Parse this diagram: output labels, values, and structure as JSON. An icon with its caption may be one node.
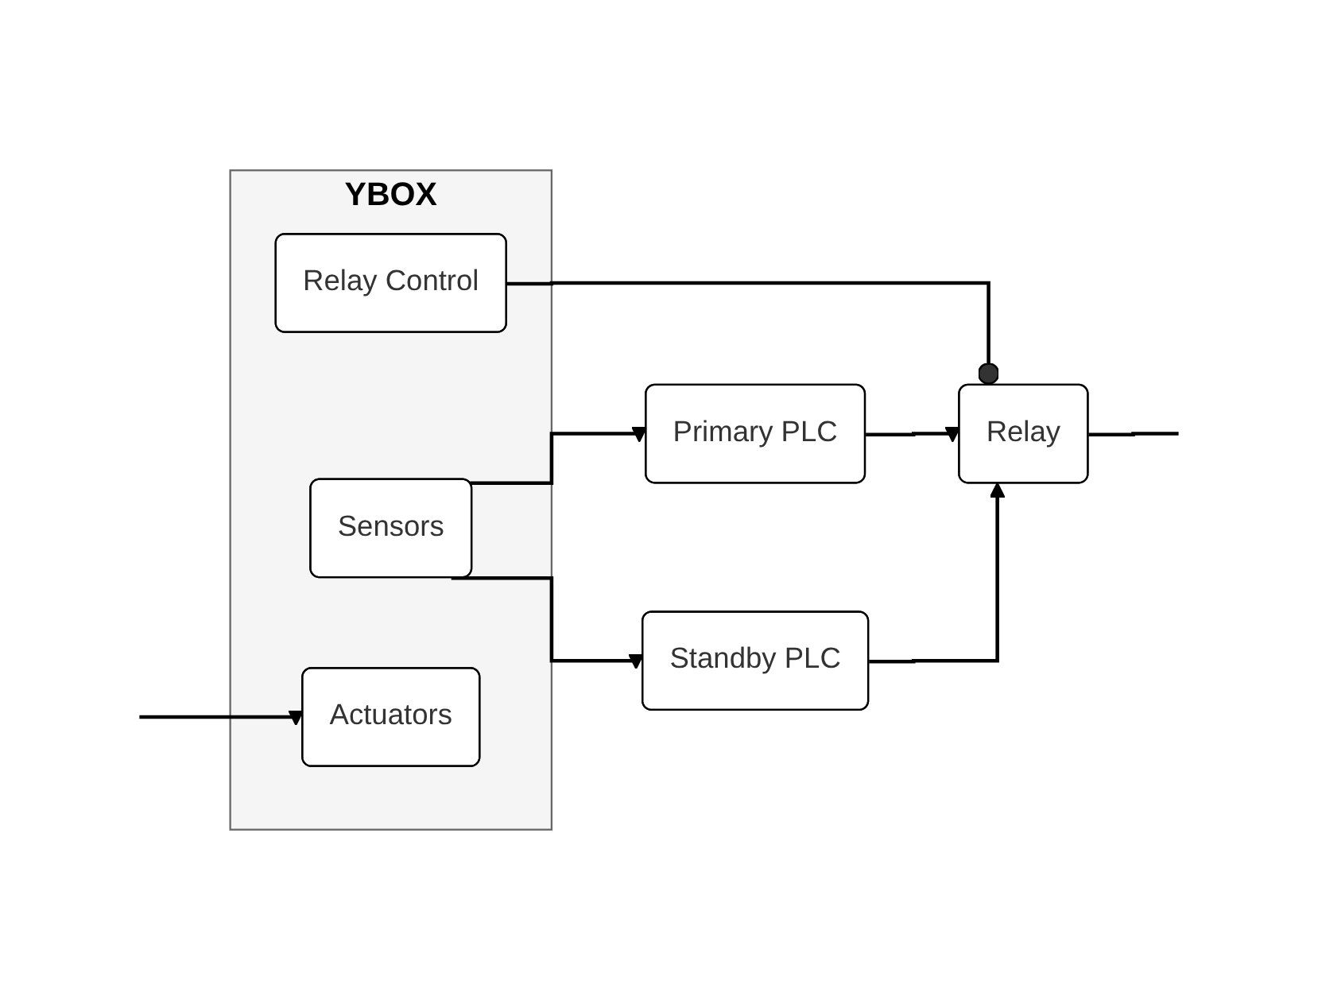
{
  "diagram": {
    "nodes": [
      {
        "text": [
          "YBOX"
        ]
      },
      {
        "text": [
          "Relay Control"
        ],
        "in": 0
      },
      {
        "text": [
          "Sensors"
        ],
        "in": 0
      },
      {
        "text": [
          "Actuators"
        ],
        "in": 0
      },
      {
        "text": [
          "Primary PLC"
        ]
      },
      {
        "text": [
          "Standby PLC"
        ]
      },
      {
        "text": [
          "Relay"
        ]
      }
    ],
    "edges": [
      {
        "from": 1,
        "to": 6,
        "arrow": "other"
      },
      {
        "from": 2,
        "to": 4,
        "arrow": "to"
      },
      {
        "from": 2,
        "to": 5,
        "arrow": "to"
      },
      {
        "from": 4,
        "to": 6,
        "arrow": "to"
      },
      {
        "from": 5,
        "to": 6,
        "arrow": "to"
      },
      {
        "from": 6,
        "to": null,
        "arrow": "none"
      },
      {
        "from": null,
        "to": 3,
        "arrow": "to"
      }
    ]
  }
}
